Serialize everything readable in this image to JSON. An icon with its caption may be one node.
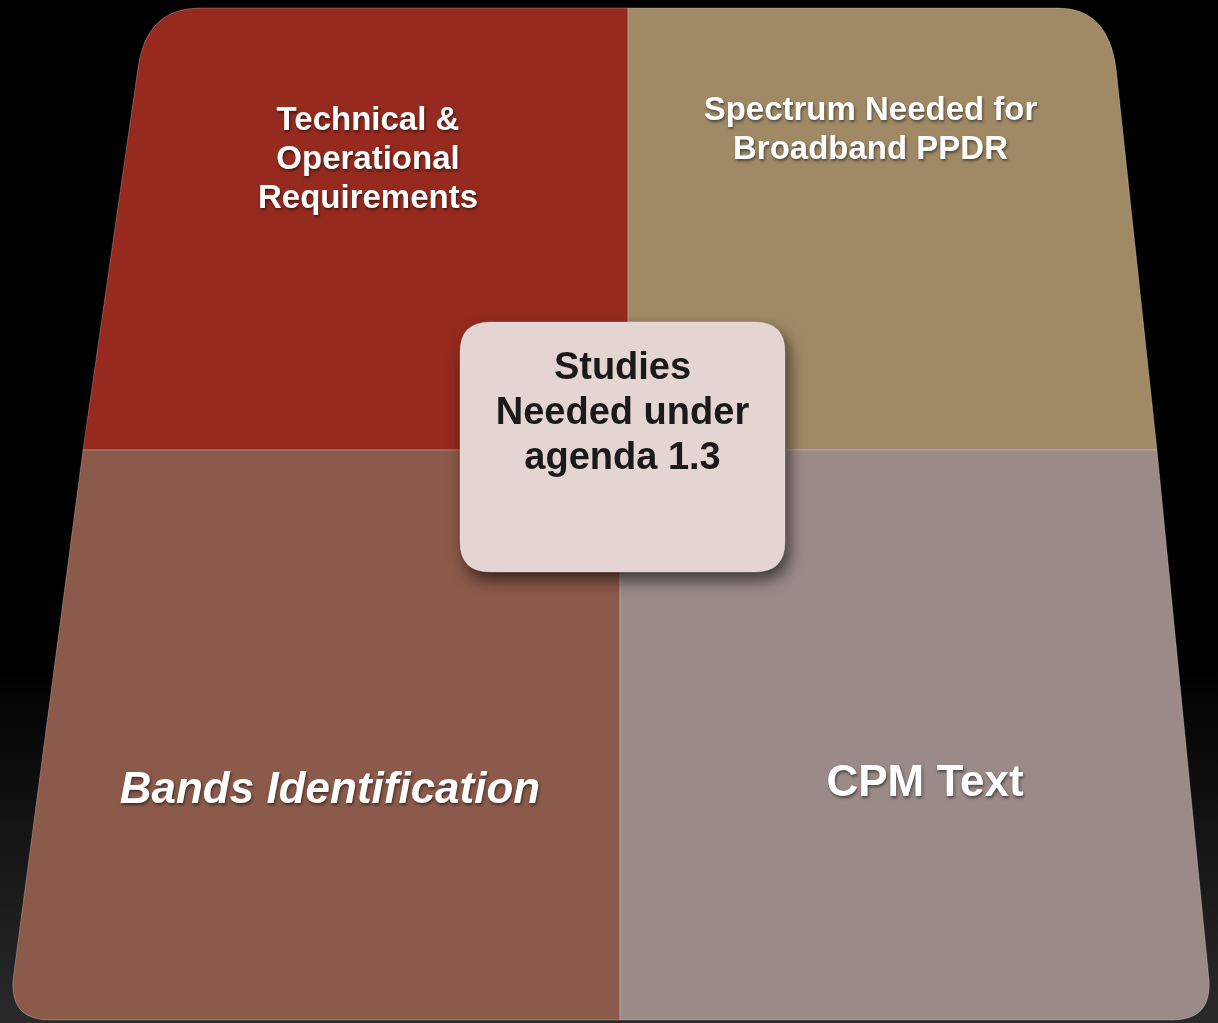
{
  "diagram": {
    "nodes": [
      {
        "text": [
          "Technical & Operational Requirements"
        ]
      },
      {
        "text": [
          "Spectrum Needed for Broadband PPDR"
        ]
      },
      {
        "text": [
          "Studies Needed under agenda 1.3"
        ]
      },
      {
        "text": [
          "Bands Identification"
        ]
      },
      {
        "text": [
          "CPM Text"
        ]
      }
    ]
  }
}
